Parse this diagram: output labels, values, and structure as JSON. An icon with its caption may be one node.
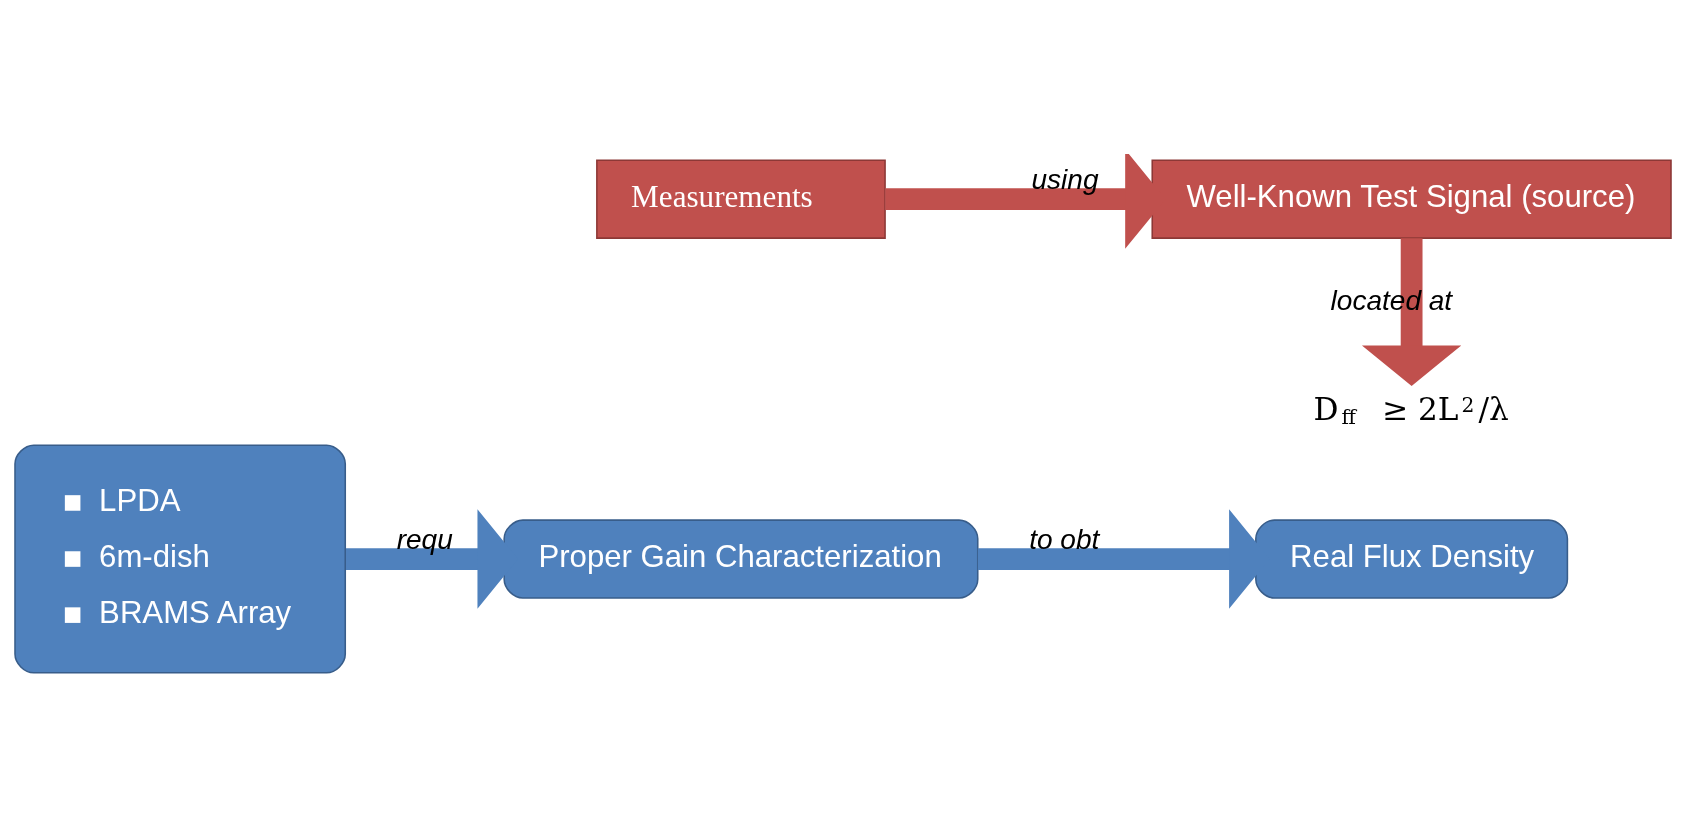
{
  "diagram": {
    "nodes": [
      {
        "text": [
          "LPDA",
          "6m-dish",
          "BRAMS Array"
        ]
      },
      {
        "text": [
          "Proper Gain Characterization"
        ]
      },
      {
        "text": [
          "Measurements"
        ]
      },
      {
        "text": [
          "Real Flux Density"
        ]
      },
      {
        "text": [
          "Well-Known Test Signal (source)"
        ]
      },
      {
        "text": [
          "D$_{ff}$ ≥ 2L$^{2}$/λ"
        ]
      }
    ],
    "edges": [
      {
        "from": 0,
        "to": 1,
        "arrow": "to",
        "label": "requ",
        "color": "#4f81bd"
      },
      {
        "from": 1,
        "to": 3,
        "arrow": "to",
        "label": "to obt",
        "color": "#4f81bd"
      },
      {
        "from": 2,
        "to": 4,
        "arrow": "to",
        "label": "using",
        "color": "#c0504d"
      },
      {
        "from": 4,
        "to": 5,
        "arrow": "to",
        "label": "located at",
        "color": "#c0504d"
      }
    ]
  }
}
